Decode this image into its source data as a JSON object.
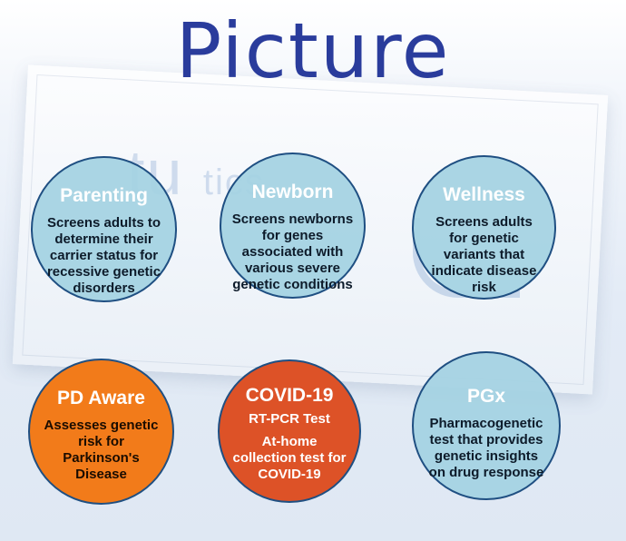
{
  "brand": {
    "logo_text": "Picture",
    "colors": {
      "logo": "#2a3c9c",
      "circle_blue": "#a4d2e2",
      "circle_orange": "#f27b1a",
      "circle_red": "#dd5227",
      "circle_border": "#1f4f82"
    }
  },
  "background": {
    "box_text": "tu",
    "box_text_2": "tics"
  },
  "products": [
    {
      "title": "Parenting",
      "description": "Screens adults to determine their carrier status for recessive genetic disorders",
      "color": "blue"
    },
    {
      "title": "Newborn",
      "description": "Screens newborns for genes associated with various severe genetic conditions",
      "color": "blue"
    },
    {
      "title": "Wellness",
      "description": "Screens adults for genetic variants that indicate disease risk",
      "color": "blue"
    },
    {
      "title": "PD Aware",
      "description": "Assesses genetic risk for Parkinson's Disease",
      "color": "orange"
    },
    {
      "title": "COVID-19",
      "subtitle": "RT-PCR Test",
      "description": "At-home collection test for COVID-19",
      "color": "red"
    },
    {
      "title": "PGx",
      "description": "Pharmacogenetic test that provides genetic insights on drug response",
      "color": "blue"
    }
  ]
}
